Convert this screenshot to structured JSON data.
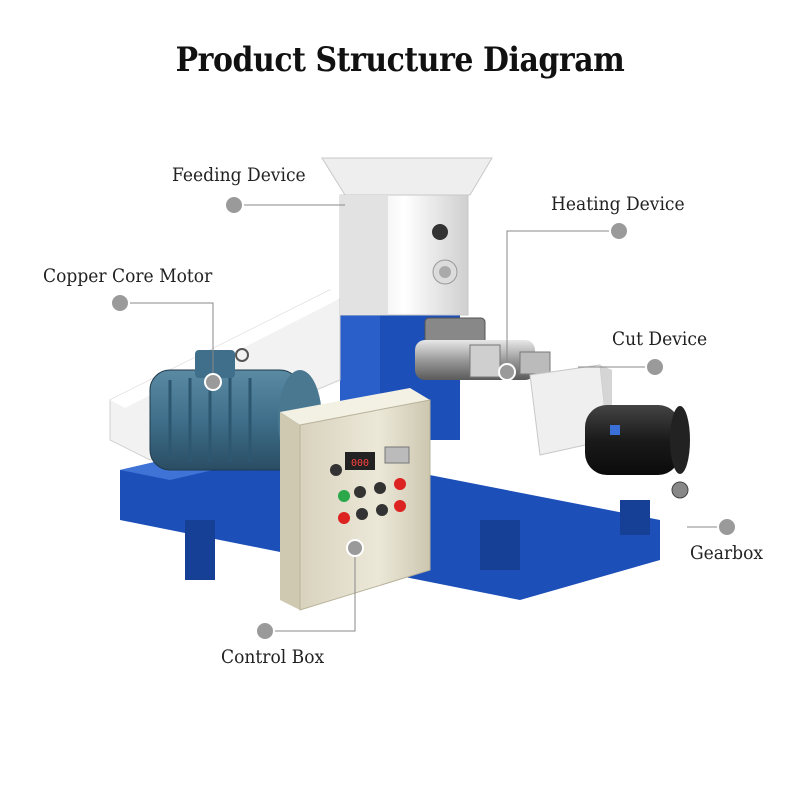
{
  "title": "Product Structure Diagram",
  "labels": {
    "feeding": "Feeding Device",
    "heating": "Heating Device",
    "motor": "Copper Core Motor",
    "cut": "Cut Device",
    "gearbox": "Gearbox",
    "control": "Control Box"
  },
  "colors": {
    "frame_blue": "#1d4fb8",
    "panel_beige": "#e6e1cf",
    "motor_teal": "#3f6f8a",
    "hopper_white": "#f4f4f4",
    "callout_line": "#888888",
    "dot_grey": "#9a9a9a"
  },
  "control_panel": {
    "display_text": "000"
  }
}
